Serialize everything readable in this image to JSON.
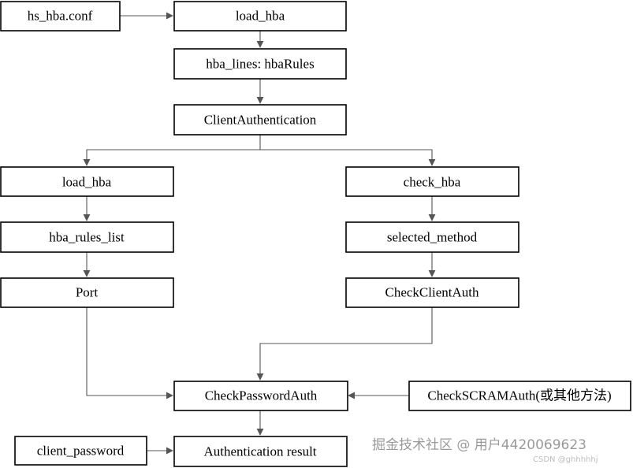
{
  "nodes": {
    "hs_hba_conf": "hs_hba.conf",
    "load_hba_top": "load_hba",
    "hba_lines": "hba_lines: hbaRules",
    "client_authentication": "ClientAuthentication",
    "load_hba_left": "load_hba",
    "check_hba": "check_hba",
    "hba_rules_list": "hba_rules_list",
    "selected_method": "selected_method",
    "port": "Port",
    "check_client_auth": "CheckClientAuth",
    "check_password_auth": "CheckPasswordAuth",
    "check_scram_auth": "CheckSCRAMAuth(或其他方法)",
    "client_password": "client_password",
    "authentication_result": "Authentication result"
  },
  "watermark": {
    "main": "掘金技术社区 @ 用户4420069623",
    "sub": "CSDN @ghhhhhj"
  },
  "colors": {
    "box_stroke": "#000000",
    "edge_stroke": "#555555",
    "watermark": "#9a9a9a"
  }
}
